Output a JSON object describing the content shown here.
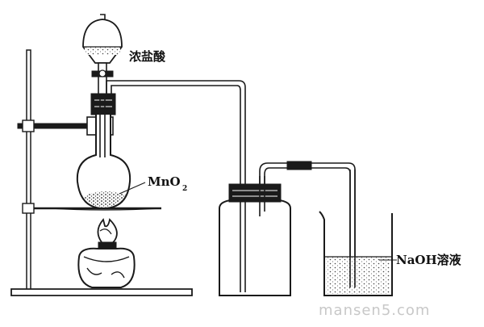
{
  "labels": {
    "hcl": "浓盐酸",
    "mno2_base": "MnO",
    "mno2_sub": "2",
    "naoh": "NaOH溶液"
  },
  "watermark": "mansen5.com",
  "colors": {
    "line": "#1a1a1a",
    "glass": "#ffffff",
    "liquid_dots": "#333333",
    "watermark": "#c8c8c8"
  }
}
